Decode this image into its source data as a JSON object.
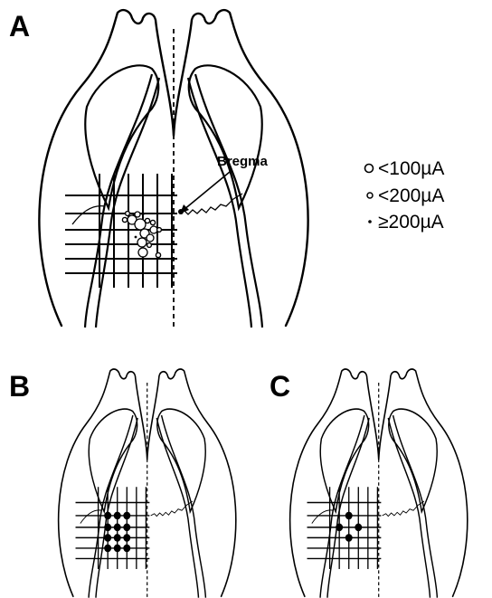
{
  "panels": {
    "a": {
      "label": "A",
      "annotation": "Bregma"
    },
    "b": {
      "label": "B"
    },
    "c": {
      "label": "C"
    }
  },
  "legend": {
    "items": [
      {
        "label": "<100µA",
        "marker": "open-circle-large"
      },
      {
        "label": "<200µA",
        "marker": "open-circle-small"
      },
      {
        "label": "≥200µA",
        "marker": "dot"
      }
    ]
  }
}
